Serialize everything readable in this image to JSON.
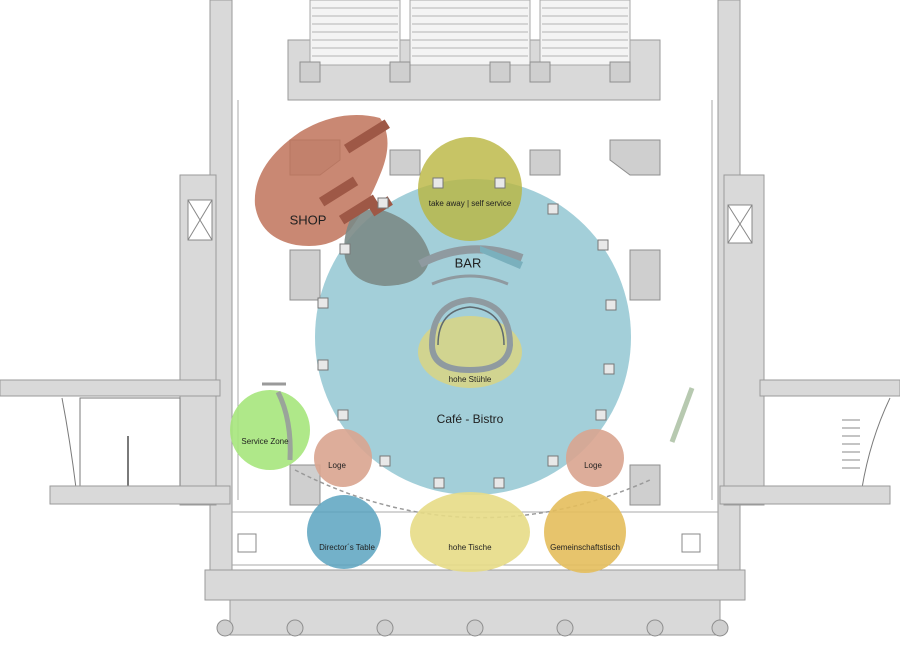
{
  "zones": {
    "shop": "SHOP",
    "take_away": "take away | self service",
    "bar": "BAR",
    "high_chairs": "hohe Stühle",
    "cafe_bistro": "Café - Bistro",
    "service_zone": "Service Zone",
    "loge_left": "Loge",
    "loge_right": "Loge",
    "directors_table": "Director´s Table",
    "high_tables": "hohe Tische",
    "community_table": "Gemeinschaftstisch"
  },
  "colors": {
    "cafe": "#7fbccb",
    "take_away": "#b9b53f",
    "shop": "#c0735a",
    "shop_overlap": "#7b8a86",
    "high_chairs": "#d9d582",
    "service": "#a6e57c",
    "loge": "#d9a48f",
    "directors": "#5ba3c0",
    "high_tables": "#e7dc86",
    "community": "#e4be5c",
    "bar_counter": "#8f9aa0",
    "walls": "#d9d9d9"
  }
}
